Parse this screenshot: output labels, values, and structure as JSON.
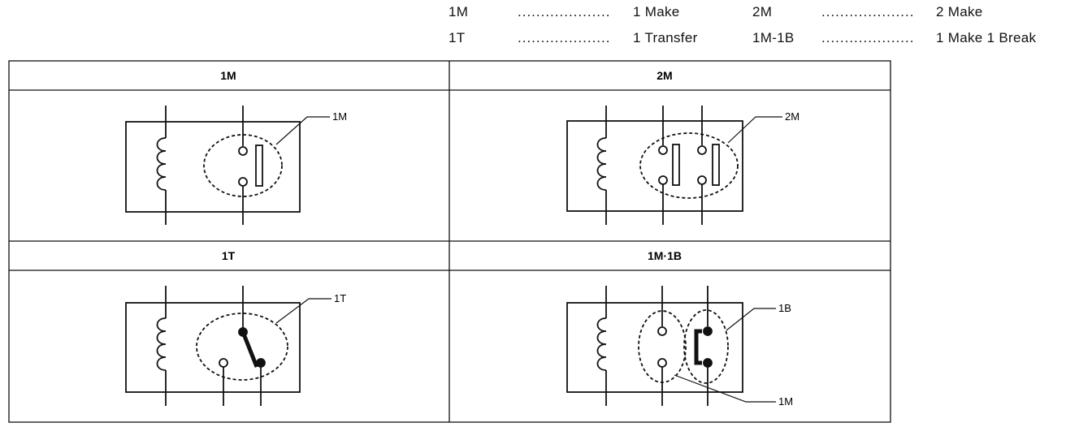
{
  "legend": [
    {
      "code": "1M",
      "dots": "....................",
      "desc": "1 Make"
    },
    {
      "code": "2M",
      "dots": "....................",
      "desc": "2 Make"
    },
    {
      "code": "1T",
      "dots": "....................",
      "desc": "1 Transfer"
    },
    {
      "code": "1M-1B",
      "dots": "....................",
      "desc": "1 Make 1 Break"
    }
  ],
  "cells": [
    {
      "title": "1M",
      "callouts": [
        "1M"
      ]
    },
    {
      "title": "2M",
      "callouts": [
        "2M"
      ]
    },
    {
      "title": "1T",
      "callouts": [
        "1T"
      ]
    },
    {
      "title": "1M·1B",
      "callouts": [
        "1B",
        "1M"
      ]
    }
  ]
}
